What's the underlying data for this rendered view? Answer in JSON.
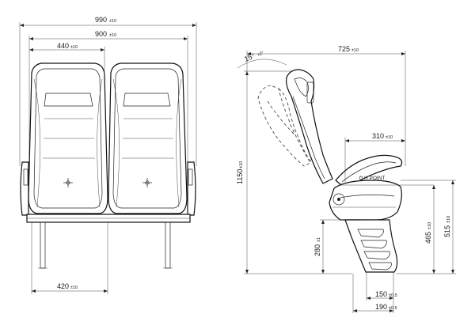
{
  "dimensions": {
    "total_width": {
      "value": "990",
      "tol": "±10"
    },
    "inner_width": {
      "value": "900",
      "tol": "±10"
    },
    "seat_back_width": {
      "value": "440",
      "tol": "±10"
    },
    "seat_width": {
      "value": "420",
      "tol": "±10"
    },
    "overall_depth": {
      "value": "725",
      "tol": "±10"
    },
    "recline_angle": {
      "value": "15°",
      "tol": "±2°"
    },
    "cushion_depth": {
      "value": "310",
      "tol": "±10"
    },
    "overall_height": {
      "value": "1150",
      "tol": "±10"
    },
    "h_point_height": {
      "value": "465",
      "tol": "±10"
    },
    "cushion_height": {
      "value": "515",
      "tol": "±10"
    },
    "pedestal_height": {
      "value": "280",
      "tol": "±1"
    },
    "foot_width": {
      "value": "150",
      "tol": "±0.5"
    },
    "base_width": {
      "value": "190",
      "tol": "±0.5"
    }
  },
  "labels": {
    "h_point": "H POINT"
  }
}
